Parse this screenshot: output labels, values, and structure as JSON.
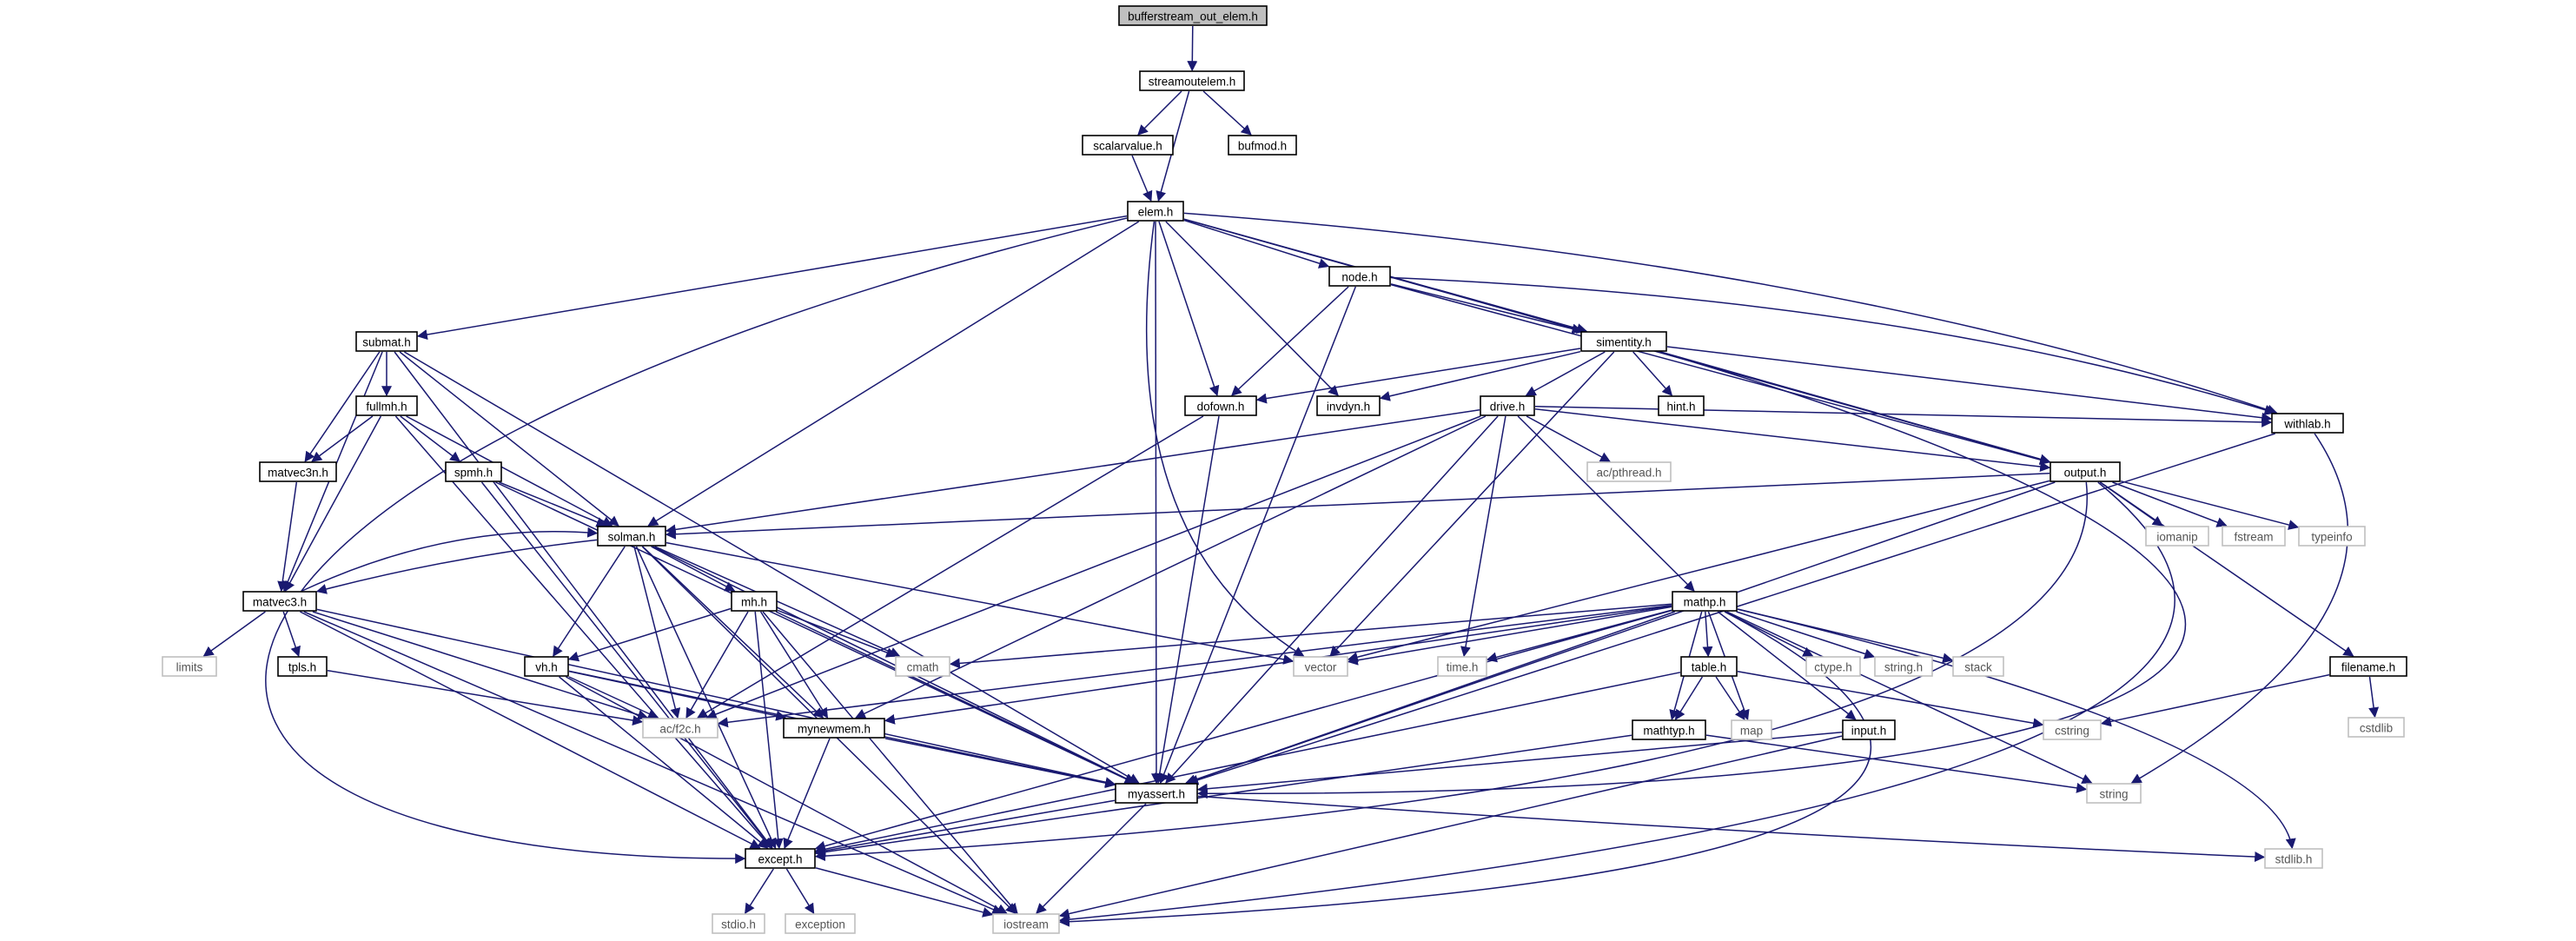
{
  "colors": {
    "edge": "#191970",
    "node_border": "#000000",
    "system_border": "#bfbfbf",
    "root_fill": "#bfbfbf",
    "text": "#000000",
    "system_text": "#555555"
  },
  "nodes": [
    {
      "id": "bufferstream_out_elem",
      "label": "bufferstream_out_elem.h",
      "kind": "root"
    },
    {
      "id": "streamoutelem",
      "label": "streamoutelem.h",
      "kind": "local"
    },
    {
      "id": "scalarvalue",
      "label": "scalarvalue.h",
      "kind": "local"
    },
    {
      "id": "bufmod",
      "label": "bufmod.h",
      "kind": "local"
    },
    {
      "id": "elem",
      "label": "elem.h",
      "kind": "local"
    },
    {
      "id": "node",
      "label": "node.h",
      "kind": "local"
    },
    {
      "id": "submat",
      "label": "submat.h",
      "kind": "local"
    },
    {
      "id": "simentity",
      "label": "simentity.h",
      "kind": "local"
    },
    {
      "id": "fullmh",
      "label": "fullmh.h",
      "kind": "local"
    },
    {
      "id": "dofown",
      "label": "dofown.h",
      "kind": "local"
    },
    {
      "id": "invdyn",
      "label": "invdyn.h",
      "kind": "local"
    },
    {
      "id": "hint",
      "label": "hint.h",
      "kind": "local"
    },
    {
      "id": "drive",
      "label": "drive.h",
      "kind": "local"
    },
    {
      "id": "withlab",
      "label": "withlab.h",
      "kind": "local"
    },
    {
      "id": "matvec3n",
      "label": "matvec3n.h",
      "kind": "local"
    },
    {
      "id": "spmh",
      "label": "spmh.h",
      "kind": "local"
    },
    {
      "id": "output",
      "label": "output.h",
      "kind": "local"
    },
    {
      "id": "ac_pthread",
      "label": "ac/pthread.h",
      "kind": "system"
    },
    {
      "id": "solman",
      "label": "solman.h",
      "kind": "local"
    },
    {
      "id": "iomanip",
      "label": "iomanip",
      "kind": "system"
    },
    {
      "id": "fstream",
      "label": "fstream",
      "kind": "system"
    },
    {
      "id": "typeinfo",
      "label": "typeinfo",
      "kind": "system"
    },
    {
      "id": "matvec3",
      "label": "matvec3.h",
      "kind": "local"
    },
    {
      "id": "mathp",
      "label": "mathp.h",
      "kind": "local"
    },
    {
      "id": "mh",
      "label": "mh.h",
      "kind": "local"
    },
    {
      "id": "limits",
      "label": "limits",
      "kind": "system"
    },
    {
      "id": "tpls",
      "label": "tpls.h",
      "kind": "local"
    },
    {
      "id": "cmath",
      "label": "cmath",
      "kind": "system"
    },
    {
      "id": "vector",
      "label": "vector",
      "kind": "system"
    },
    {
      "id": "time",
      "label": "time.h",
      "kind": "system"
    },
    {
      "id": "table",
      "label": "table.h",
      "kind": "local"
    },
    {
      "id": "ctype",
      "label": "ctype.h",
      "kind": "system"
    },
    {
      "id": "string_h",
      "label": "string.h",
      "kind": "system"
    },
    {
      "id": "stack",
      "label": "stack",
      "kind": "system"
    },
    {
      "id": "filename",
      "label": "filename.h",
      "kind": "local"
    },
    {
      "id": "cstdlib",
      "label": "cstdlib",
      "kind": "system"
    },
    {
      "id": "vh",
      "label": "vh.h",
      "kind": "local"
    },
    {
      "id": "ac_f2c",
      "label": "ac/f2c.h",
      "kind": "system"
    },
    {
      "id": "mynewmem",
      "label": "mynewmem.h",
      "kind": "local"
    },
    {
      "id": "mathtyp",
      "label": "mathtyp.h",
      "kind": "local"
    },
    {
      "id": "map",
      "label": "map",
      "kind": "system"
    },
    {
      "id": "input",
      "label": "input.h",
      "kind": "local"
    },
    {
      "id": "cstring",
      "label": "cstring",
      "kind": "system"
    },
    {
      "id": "myassert",
      "label": "myassert.h",
      "kind": "local"
    },
    {
      "id": "string",
      "label": "string",
      "kind": "system"
    },
    {
      "id": "except",
      "label": "except.h",
      "kind": "local"
    },
    {
      "id": "stdlib",
      "label": "stdlib.h",
      "kind": "system"
    },
    {
      "id": "stdio",
      "label": "stdio.h",
      "kind": "system"
    },
    {
      "id": "exception",
      "label": "exception",
      "kind": "system"
    },
    {
      "id": "iostream",
      "label": "iostream",
      "kind": "system"
    }
  ],
  "edges": [
    [
      "bufferstream_out_elem",
      "streamoutelem"
    ],
    [
      "streamoutelem",
      "scalarvalue"
    ],
    [
      "streamoutelem",
      "bufmod"
    ],
    [
      "streamoutelem",
      "elem"
    ],
    [
      "scalarvalue",
      "elem"
    ],
    [
      "elem",
      "node"
    ],
    [
      "elem",
      "submat"
    ],
    [
      "elem",
      "simentity"
    ],
    [
      "elem",
      "dofown"
    ],
    [
      "elem",
      "invdyn"
    ],
    [
      "elem",
      "withlab"
    ],
    [
      "elem",
      "output"
    ],
    [
      "elem",
      "solman"
    ],
    [
      "elem",
      "vector"
    ],
    [
      "elem",
      "myassert"
    ],
    [
      "elem",
      "except"
    ],
    [
      "node",
      "simentity"
    ],
    [
      "node",
      "dofown"
    ],
    [
      "node",
      "withlab"
    ],
    [
      "node",
      "output"
    ],
    [
      "node",
      "myassert"
    ],
    [
      "submat",
      "fullmh"
    ],
    [
      "submat",
      "matvec3n"
    ],
    [
      "submat",
      "matvec3"
    ],
    [
      "submat",
      "solman"
    ],
    [
      "submat",
      "myassert"
    ],
    [
      "submat",
      "except"
    ],
    [
      "simentity",
      "dofown"
    ],
    [
      "simentity",
      "invdyn"
    ],
    [
      "simentity",
      "hint"
    ],
    [
      "simentity",
      "drive"
    ],
    [
      "simentity",
      "withlab"
    ],
    [
      "simentity",
      "output"
    ],
    [
      "simentity",
      "vector"
    ],
    [
      "simentity",
      "myassert"
    ],
    [
      "fullmh",
      "matvec3n"
    ],
    [
      "fullmh",
      "spmh"
    ],
    [
      "fullmh",
      "solman"
    ],
    [
      "fullmh",
      "matvec3"
    ],
    [
      "fullmh",
      "except"
    ],
    [
      "dofown",
      "myassert"
    ],
    [
      "dofown",
      "ac_f2c"
    ],
    [
      "drive",
      "output"
    ],
    [
      "drive",
      "withlab"
    ],
    [
      "drive",
      "ac_pthread"
    ],
    [
      "drive",
      "mathp"
    ],
    [
      "drive",
      "solman"
    ],
    [
      "drive",
      "time"
    ],
    [
      "drive",
      "mynewmem"
    ],
    [
      "drive",
      "ac_f2c"
    ],
    [
      "drive",
      "myassert"
    ],
    [
      "withlab",
      "myassert"
    ],
    [
      "withlab",
      "string"
    ],
    [
      "matvec3n",
      "matvec3"
    ],
    [
      "spmh",
      "solman"
    ],
    [
      "spmh",
      "myassert"
    ],
    [
      "spmh",
      "except"
    ],
    [
      "output",
      "solman"
    ],
    [
      "output",
      "iomanip"
    ],
    [
      "output",
      "fstream"
    ],
    [
      "output",
      "typeinfo"
    ],
    [
      "output",
      "filename"
    ],
    [
      "output",
      "vector"
    ],
    [
      "output",
      "myassert"
    ],
    [
      "output",
      "except"
    ],
    [
      "output",
      "iostream"
    ],
    [
      "solman",
      "matvec3"
    ],
    [
      "solman",
      "mh"
    ],
    [
      "solman",
      "vh"
    ],
    [
      "solman",
      "cmath"
    ],
    [
      "solman",
      "vector"
    ],
    [
      "solman",
      "ac_f2c"
    ],
    [
      "solman",
      "mynewmem"
    ],
    [
      "solman",
      "myassert"
    ],
    [
      "solman",
      "except"
    ],
    [
      "solman",
      "iostream"
    ],
    [
      "matvec3",
      "solman"
    ],
    [
      "matvec3",
      "limits"
    ],
    [
      "matvec3",
      "tpls"
    ],
    [
      "matvec3",
      "ac_f2c"
    ],
    [
      "matvec3",
      "myassert"
    ],
    [
      "matvec3",
      "except"
    ],
    [
      "matvec3",
      "iostream"
    ],
    [
      "mathp",
      "cmath"
    ],
    [
      "mathp",
      "vector"
    ],
    [
      "mathp",
      "time"
    ],
    [
      "mathp",
      "table"
    ],
    [
      "mathp",
      "ctype"
    ],
    [
      "mathp",
      "string_h"
    ],
    [
      "mathp",
      "stack"
    ],
    [
      "mathp",
      "mathtyp"
    ],
    [
      "mathp",
      "map"
    ],
    [
      "mathp",
      "input"
    ],
    [
      "mathp",
      "string"
    ],
    [
      "mathp",
      "myassert"
    ],
    [
      "mathp",
      "except"
    ],
    [
      "mathp",
      "mynewmem"
    ],
    [
      "mathp",
      "ac_f2c"
    ],
    [
      "mathp",
      "stdlib"
    ],
    [
      "mathp",
      "iostream"
    ],
    [
      "mh",
      "vh"
    ],
    [
      "mh",
      "cmath"
    ],
    [
      "mh",
      "ac_f2c"
    ],
    [
      "mh",
      "mynewmem"
    ],
    [
      "mh",
      "myassert"
    ],
    [
      "mh",
      "except"
    ],
    [
      "mh",
      "iostream"
    ],
    [
      "tpls",
      "ac_f2c"
    ],
    [
      "table",
      "mathtyp"
    ],
    [
      "table",
      "map"
    ],
    [
      "table",
      "cstring"
    ],
    [
      "table",
      "except"
    ],
    [
      "filename",
      "cstring"
    ],
    [
      "filename",
      "cstdlib"
    ],
    [
      "vh",
      "ac_f2c"
    ],
    [
      "vh",
      "mynewmem"
    ],
    [
      "vh",
      "myassert"
    ],
    [
      "vh",
      "except"
    ],
    [
      "vh",
      "iostream"
    ],
    [
      "mynewmem",
      "myassert"
    ],
    [
      "mynewmem",
      "except"
    ],
    [
      "mathtyp",
      "except"
    ],
    [
      "mathtyp",
      "string"
    ],
    [
      "input",
      "myassert"
    ],
    [
      "input",
      "iostream"
    ],
    [
      "myassert",
      "except"
    ],
    [
      "myassert",
      "stdlib"
    ],
    [
      "myassert",
      "iostream"
    ],
    [
      "except",
      "stdio"
    ],
    [
      "except",
      "exception"
    ],
    [
      "except",
      "iostream"
    ]
  ]
}
